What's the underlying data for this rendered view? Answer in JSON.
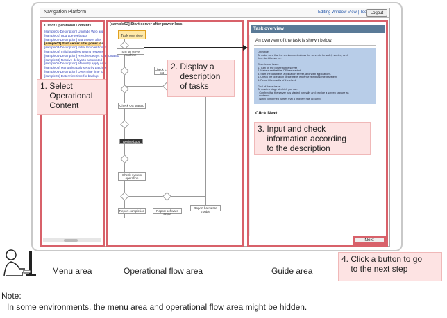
{
  "app": {
    "title": "Navigation Platform",
    "links": "Editing Window View | Tools▾",
    "logout_label": "Logout"
  },
  "menu": {
    "title": "List of Operational Contents",
    "items": [
      "[sample01-Description] Upgrade Web app",
      "[sample01] Upgrade Web app",
      "[sample02-Description] Start server after p",
      "[sample02] Start server after power loss",
      "[sample03-Description] Initial troubleshooting",
      "[sample03] Initial troubleshooting response",
      "[sample04-Description] Resolve delays to automated",
      "[sample04] Resolve delays to automated J",
      "[sample05-Description] Manually apply secu",
      "[sample05] Manually apply security patches",
      "[sample06-Description] Determine time fo",
      "[sample06] Determine time for backup"
    ],
    "active_index": 3
  },
  "flow": {
    "header": "[sample02] Start server after power loss",
    "nodes": {
      "task_overview": "Task overview",
      "turn_on": "Turn on server machine",
      "check_cut": "Check c... cut",
      "check_os": "Check OS startup",
      "dark_node": "Device boot started",
      "check_system": "Check system operation",
      "report_completion": "Report completion",
      "report_software": "Report software async",
      "report_hardware": "Report hardware trouble"
    }
  },
  "guide": {
    "header": "Task overview",
    "summary": "An overview of the task is shown below.",
    "box_text": "Objective:\nTo make sure that the environment allows the server to be safely started, and\nthen start the server.\n\nOverview of tasks:\n1. Turn on the power to the server\n2. Make sure that the OS has started.\n3. Start the database, application server, and Web applications.\n4. Check the operation of the travel expense reimbursement system\n5. Report the results of the check\n\nGoal of these tasks:\nTo reach a stage at which you can\n- Confirm that the server has started normally and provide a screen capture as\n  evidence\n- Notify concerned parties that a problem has occurred",
    "click_next": "Click Next.",
    "next_label": "Next"
  },
  "callouts": {
    "c1": "1. Select\n    Operational\n    Content",
    "c2": "2. Display a\n    description\n    of tasks",
    "c3": "3. Input and check\n    information according\n    to the description",
    "c4": "4. Click a button to go\n    to the next step"
  },
  "labels": {
    "menu": "Menu area",
    "flow": "Operational flow area",
    "guide": "Guide area"
  },
  "note": {
    "title": "Note:",
    "text": "In some environments, the menu area and operational flow area might be hidden."
  },
  "colors": {
    "frame": "#d8616a",
    "callout_bg": "#fde3e3",
    "guide_header": "#5a7a97",
    "guide_box": "#b8cde8",
    "active_item": "#f6d28a"
  }
}
